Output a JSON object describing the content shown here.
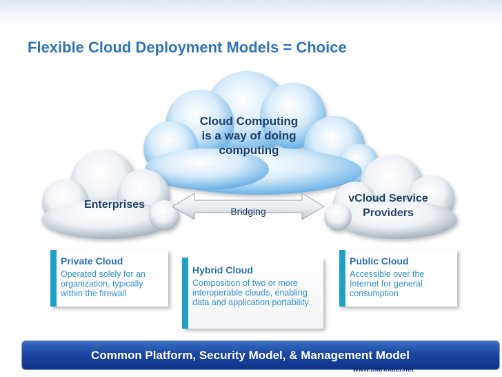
{
  "title": "Flexible Cloud Deployment Models = Choice",
  "main_cloud": {
    "lines": [
      "Cloud Computing",
      "is a way of doing",
      "computing"
    ]
  },
  "enterprise_cloud": {
    "label": "Enterprises"
  },
  "provider_cloud": {
    "lines": [
      "vCloud Service",
      "Providers"
    ]
  },
  "bridge": {
    "label": "Bridging"
  },
  "boxes": {
    "private": {
      "title": "Private Cloud",
      "description": "Operated solely for an organization, typically within the firewall"
    },
    "hybrid": {
      "title": "Hybrid Cloud",
      "description": "Composition of two or more interoperable clouds, enabling data and application portability"
    },
    "public": {
      "title": "Public  Cloud",
      "description": "Accessible over the Internet for general consumption"
    }
  },
  "banner": {
    "text": "Common Platform, Security Model, & Management Model"
  },
  "footer": {
    "url": "www.marinatel.net"
  },
  "colors": {
    "title": "#2f74b8",
    "accent_bar": "#1fa1c7",
    "box_title": "#2d6fb0",
    "box_text": "#2f8fd0",
    "banner": "#1b46a2"
  }
}
